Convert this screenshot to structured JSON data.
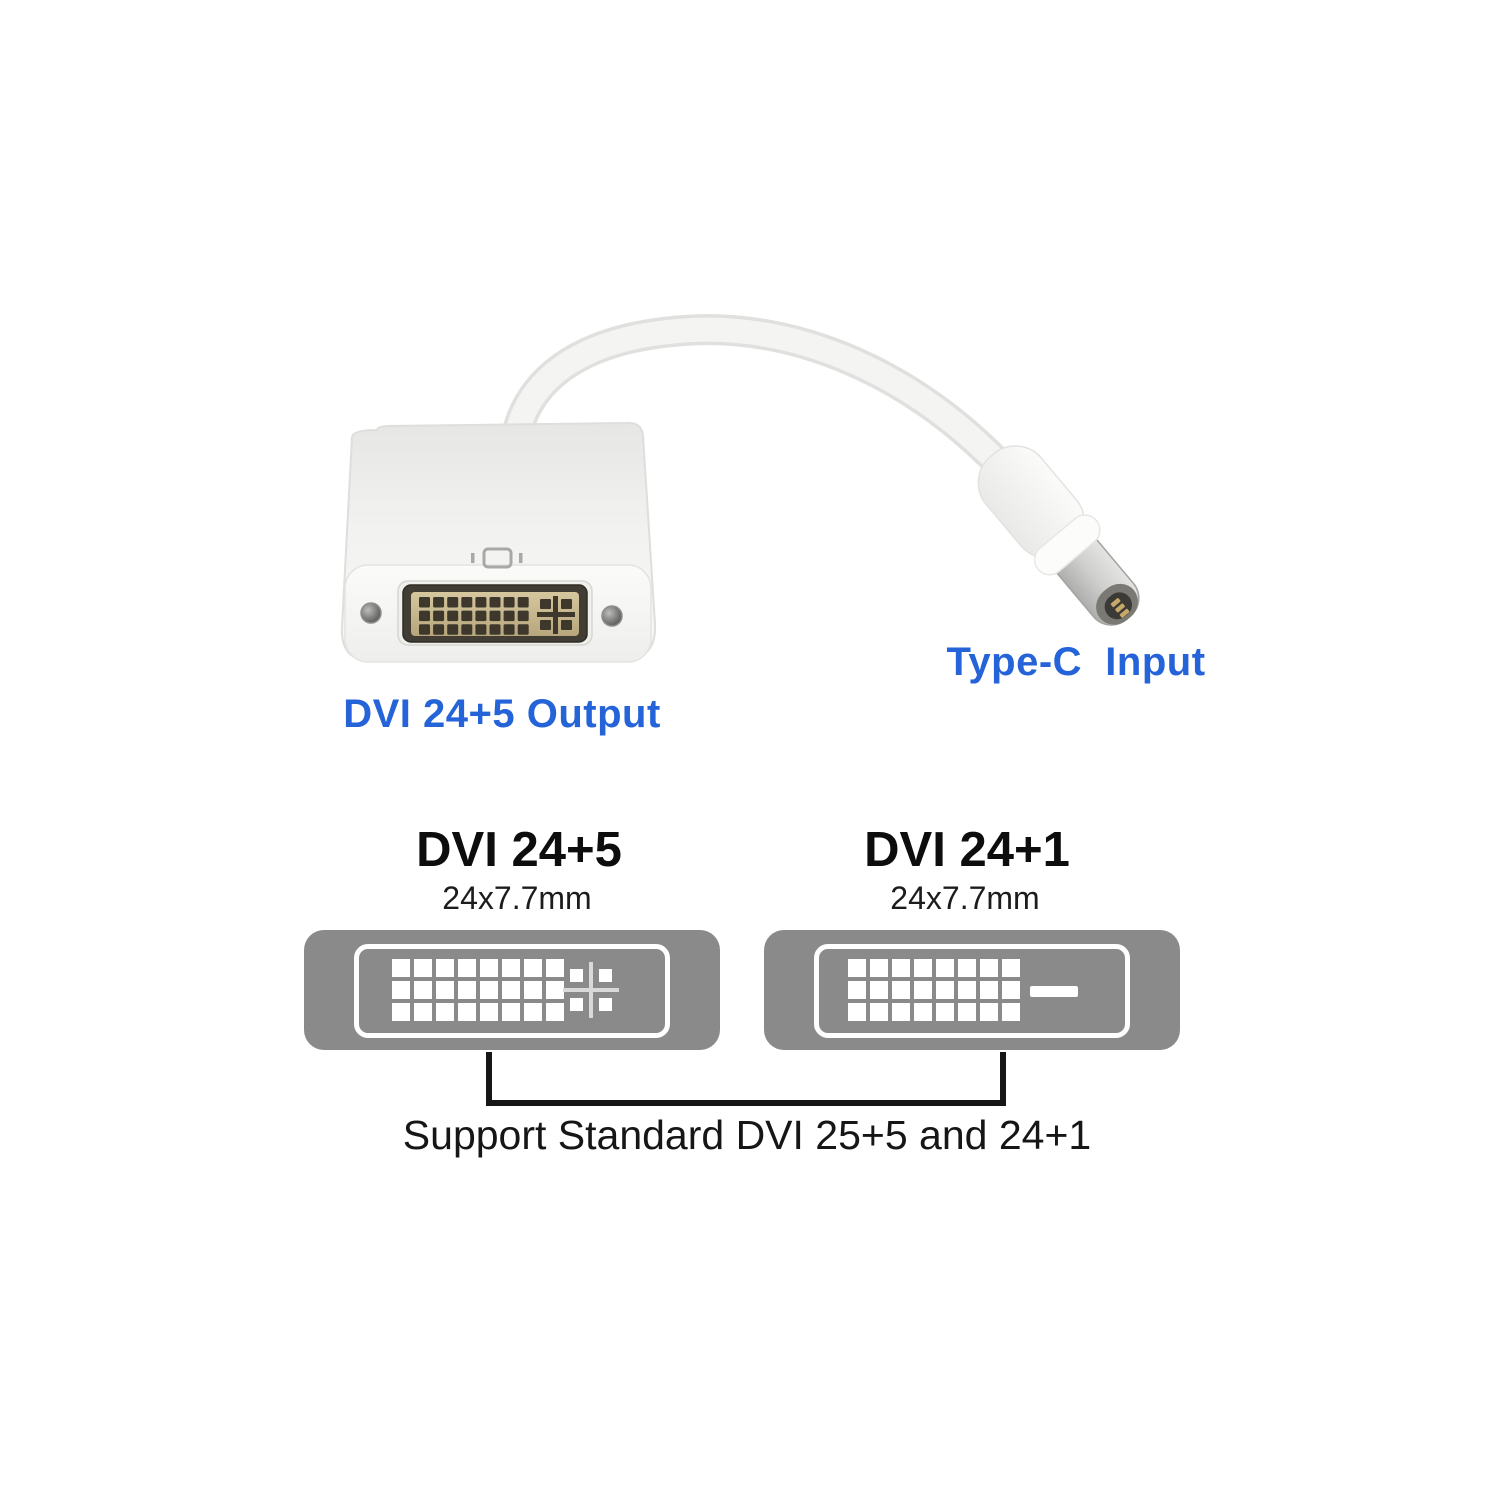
{
  "colors": {
    "label_blue": "#2563d8",
    "connector_gray": "#8a8a8a",
    "bracket_black": "#161616",
    "pin_white": "#ffffff",
    "port_gold": "#c9b183"
  },
  "photo": {
    "dvi_label": "DVI 24+5 Output",
    "typec_label": "Type-C  Input",
    "port": {
      "pin_grid": {
        "cols": 8,
        "rows": 3
      }
    }
  },
  "diagram": {
    "connectors": [
      {
        "title": "DVI 24+5",
        "size": "24x7.7mm",
        "pin_grid": {
          "cols": 8,
          "rows": 3
        },
        "extra": "analog-cross"
      },
      {
        "title": "DVI 24+1",
        "size": "24x7.7mm",
        "pin_grid": {
          "cols": 8,
          "rows": 3
        },
        "extra": "flat-blade"
      }
    ],
    "support_text": "Support Standard DVI 25+5 and 24+1"
  }
}
